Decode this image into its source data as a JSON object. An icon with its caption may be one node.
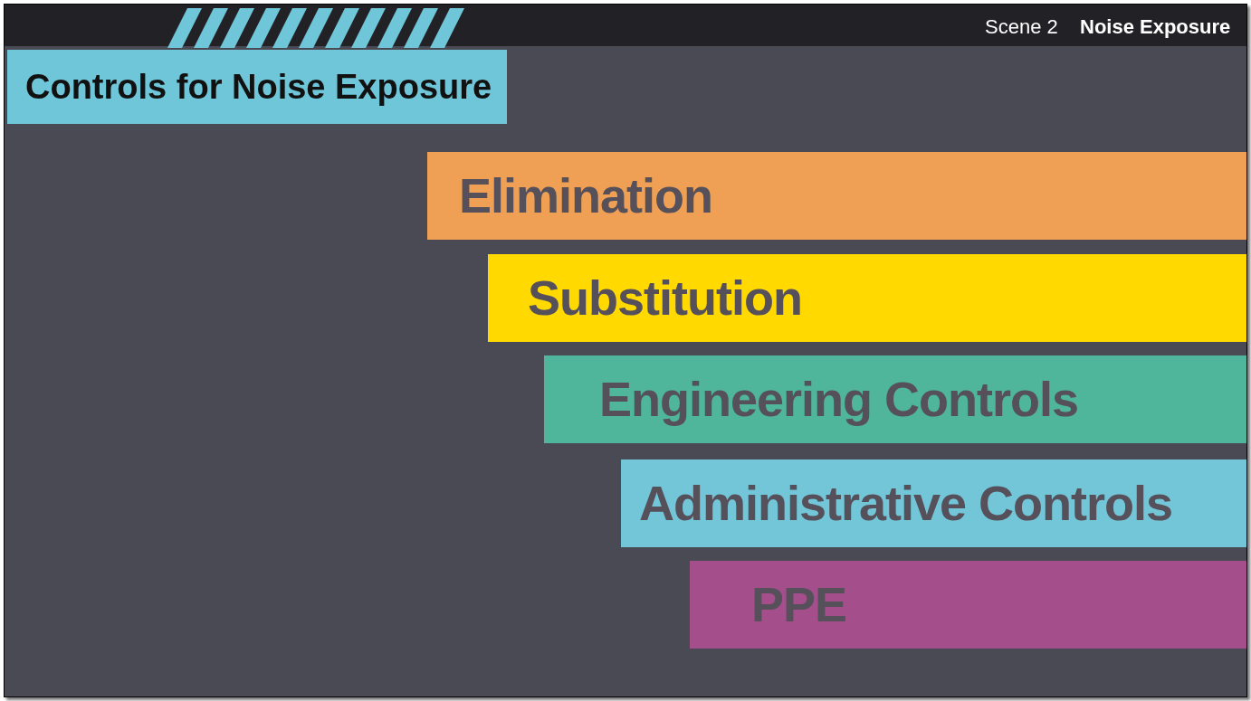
{
  "diagram": {
    "title": "Controls for Noise Exposure",
    "nodes": [
      {
        "text": [
          "Elimination"
        ]
      },
      {
        "text": [
          "Substitution"
        ]
      },
      {
        "text": [
          "Engineering Controls"
        ]
      },
      {
        "text": [
          "Administrative Controls"
        ]
      },
      {
        "text": [
          "PPE"
        ]
      }
    ],
    "labels": [
      "Scene 2",
      "Noise Exposure"
    ]
  }
}
